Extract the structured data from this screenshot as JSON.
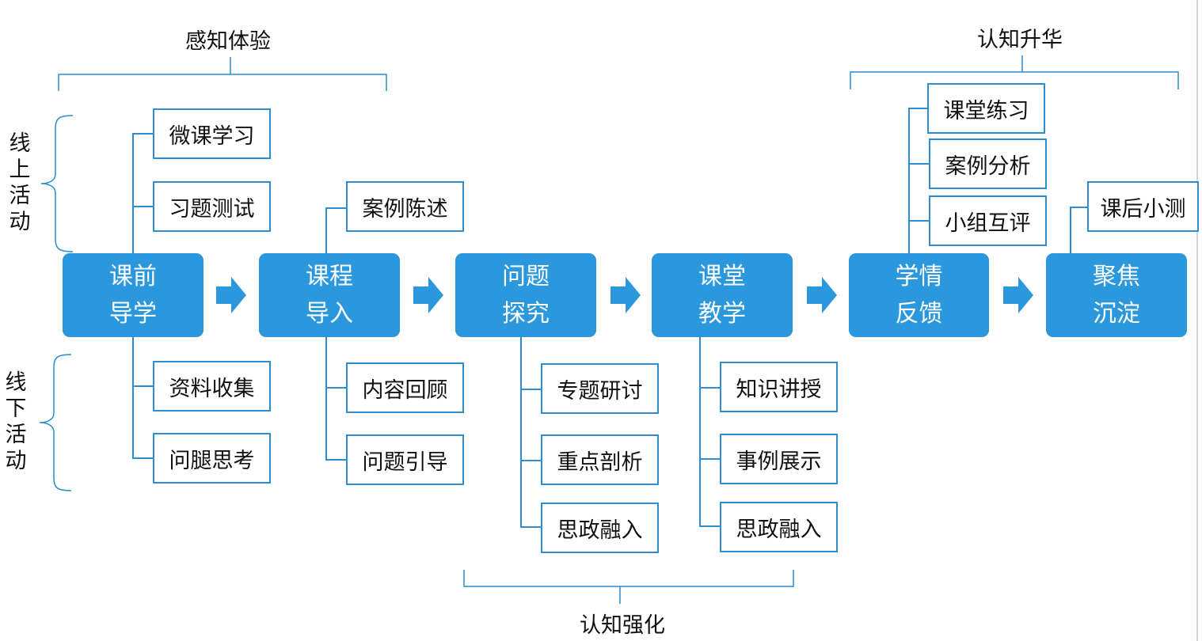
{
  "stages": [
    {
      "line1": "课前",
      "line2": "导学"
    },
    {
      "line1": "课程",
      "line2": "导入"
    },
    {
      "line1": "问题",
      "line2": "探究"
    },
    {
      "line1": "课堂",
      "line2": "教学"
    },
    {
      "line1": "学情",
      "line2": "反馈"
    },
    {
      "line1": "聚焦",
      "line2": "沉淀"
    }
  ],
  "subitems": {
    "s1_above": [
      "微课学习",
      "习题测试"
    ],
    "s1_below": [
      "资料收集",
      "问腿思考"
    ],
    "s2_above": [
      "案例陈述"
    ],
    "s2_below": [
      "内容回顾",
      "问题引导"
    ],
    "s3_below": [
      "专题研讨",
      "重点剖析",
      "思政融入"
    ],
    "s4_below": [
      "知识讲授",
      "事例展示",
      "思政融入"
    ],
    "s5_above": [
      "课堂练习",
      "案例分析",
      "小组互评"
    ],
    "s6_above": [
      "课后小测"
    ]
  },
  "group_labels": {
    "top_left": "感知体验",
    "top_right": "认知升华",
    "bottom": "认知强化"
  },
  "side_labels": {
    "online": [
      "线",
      "上",
      "活",
      "动"
    ],
    "offline": [
      "线",
      "下",
      "活",
      "动"
    ]
  },
  "colors": {
    "stage_fill": "#2b98dd",
    "connector": "#2a8ed0",
    "stage_text": "#ffffff"
  }
}
